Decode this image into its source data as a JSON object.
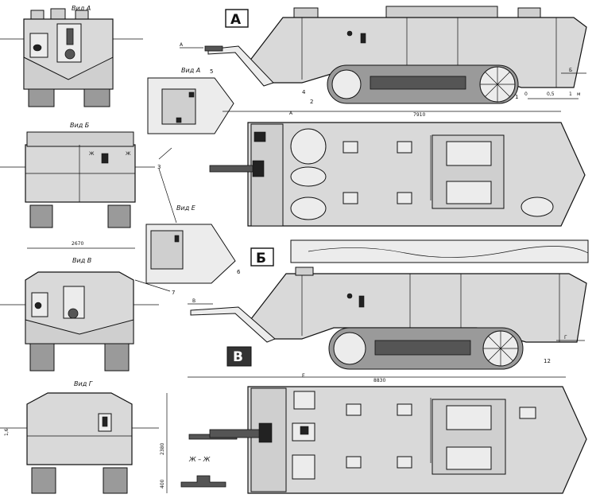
{
  "views": {
    "vid_a": "Вид А",
    "vid_b": "Вид Б",
    "vid_v": "Вид В",
    "vid_g": "Вид Г",
    "vid_a2": "Вид А",
    "vid_e": "Вид Е",
    "section_zh": "Ж – Ж"
  },
  "big_letters": {
    "a": "А",
    "b": "Б",
    "v": "В"
  },
  "callouts": [
    "1",
    "2",
    "3",
    "4",
    "5",
    "6",
    "7",
    "12"
  ],
  "arrows": {
    "a": "А",
    "a2": "А",
    "b": "Б",
    "v": "В",
    "g": "Г",
    "e": "Е",
    "zh_left": "Ж",
    "zh_right": "Ж"
  },
  "dimensions": {
    "length_top": "7910",
    "length_bottom": "8830",
    "width": "2670",
    "height": "2380",
    "clearance": "400",
    "left_small": "1,6"
  },
  "scale": {
    "s0": "0",
    "s05": "0,5",
    "s1": "1",
    "unit": "м"
  }
}
